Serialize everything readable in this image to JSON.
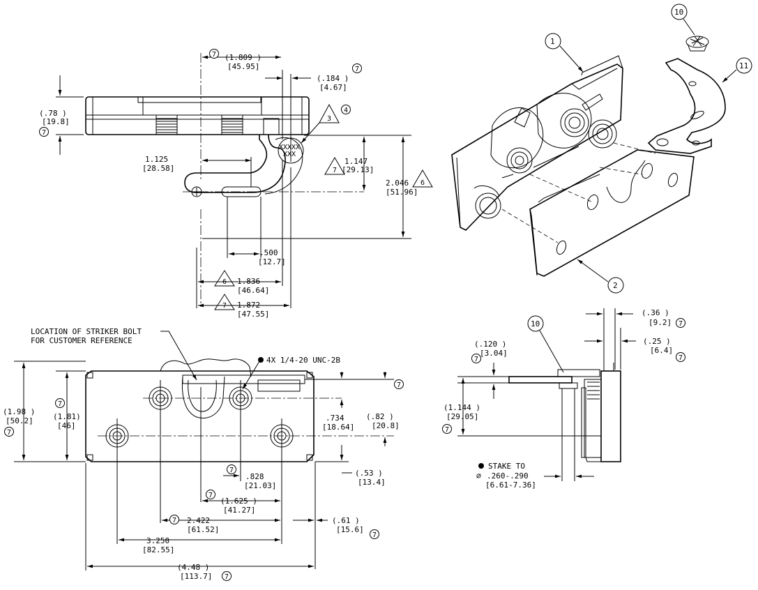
{
  "balloons": {
    "b10_top": "10",
    "b1": "1",
    "b11": "11",
    "b2": "2",
    "b10_side": "10"
  },
  "flags": {
    "f7": "7",
    "f6": "6",
    "f4": "4",
    "f3": "3"
  },
  "top_view": {
    "d1809": "(1.809   )",
    "d1809m": "[45.95]",
    "d184": "(.184   )",
    "d184m": "[4.67]",
    "d78": "(.78   )",
    "d78m": "[19.8]",
    "d1125": "1.125",
    "d1125m": "[28.58]",
    "d1147": "1.147",
    "d1147m": "[29.13]",
    "d2046": "2.046",
    "d2046m": "[51.96]",
    "d500": ".500",
    "d500m": "[12.7]",
    "d1836": "1.836",
    "d1836m": "[46.64]",
    "d1872": "1.872",
    "d1872m": "[47.55]",
    "mark_a": "XXXXX",
    "mark_b": "XXX"
  },
  "front_view": {
    "note1": "LOCATION OF STRIKER BOLT",
    "note2": "FOR CUSTOMER REFERENCE",
    "thread": "4X 1/4-20 UNC-2B",
    "d198": "(1.98   )",
    "d198m": "[50.2]",
    "d181": "(1.81)",
    "d181m": "[46]",
    "d734": ".734",
    "d734m": "[18.64]",
    "d82": "(.82   )",
    "d82m": "[20.8]",
    "d53": "(.53   )",
    "d53m": "[13.4]",
    "d828": ".828",
    "d828m": "[21.03]",
    "d1625": "(1.625   )",
    "d1625m": "[41.27]",
    "d2422": "2.422",
    "d2422m": "[61.52]",
    "d61": "(.61   )",
    "d61m": "[15.6]",
    "d3250": "3.250",
    "d3250m": "[82.55]",
    "d448": "(4.48   )",
    "d448m": "[113.7]"
  },
  "side_view": {
    "d36": "(.36  )",
    "d36m": "[9.2]",
    "d25": "(.25  )",
    "d25m": "[6.4]",
    "d120": "(.120   )",
    "d120m": "[3.04]",
    "d1144": "(1.144   )",
    "d1144m": "[29.05]",
    "stake1": "STAKE TO",
    "stake2": ".260-.290",
    "stake3": "[6.61-7.36]",
    "dia": "∅"
  }
}
